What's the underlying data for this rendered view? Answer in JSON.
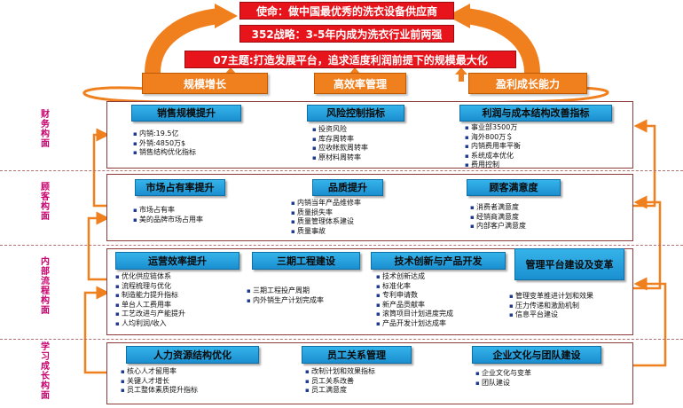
{
  "top": {
    "mission": "使命：做中国最优秀的洗衣设备供应商",
    "strategy352": "352战略：3-5年内成为洗衣行业前两强",
    "theme07": "07主题:打造发展平台，追求适度利润前提下的规模最大化"
  },
  "goals": [
    "规模增长",
    "高效率管理",
    "盈利成长能力"
  ],
  "side_labels": [
    "财务构面",
    "顾客构面",
    "内部流程构面",
    "学习成长构面"
  ],
  "finance": [
    {
      "title": "销售规模提升",
      "items": [
        "内销:19.5亿",
        "外销:4850万$",
        "销售结构优化指标"
      ]
    },
    {
      "title": "风险控制指标",
      "items": [
        "投资风险",
        "库存周转率",
        "应收帐款周转率",
        "原材料周转率"
      ]
    },
    {
      "title": "利润与成本结构改善指标",
      "items": [
        "事业部3500万",
        "海外800万＄",
        "内销费用率平衡",
        "系统成本优化",
        "费用控制"
      ]
    }
  ],
  "customer": [
    {
      "title": "市场占有率提升",
      "items": [
        "市场占有率",
        "美的品牌市场占用率"
      ]
    },
    {
      "title": "品质提升",
      "items": [
        "内销当年产品维修率",
        "质量损失率",
        "质量管理体系建设",
        "质量事故"
      ]
    },
    {
      "title": "顾客满意度",
      "items": [
        "消费者满意度",
        "经销商满意度",
        "内部客户满意度"
      ]
    }
  ],
  "internal": [
    {
      "title": "运营效率提升",
      "items": [
        "优化供应链体系",
        "流程梳理与优化",
        "制造能力提升指标",
        "单台人工费用率",
        "工艺改进与产能提升",
        "人均利润/收入"
      ]
    },
    {
      "title": "三期工程建设",
      "items": [
        "三期工程投产周期",
        "内外销生产计划完成率"
      ]
    },
    {
      "title": "技术创新与产品开发",
      "items": [
        "技术创新达成",
        "标准化率",
        "专利申请数",
        "新产品贡献率",
        "滚筒项目计划进度完成",
        "产品开发计划达成率"
      ]
    },
    {
      "title": "管理平台建设及变革",
      "items": [
        "管理变革推进计划和效果",
        "压力传递和激励机制",
        "信息平台建设"
      ]
    }
  ],
  "learning": [
    {
      "title": "人力资源结构优化",
      "items": [
        "核心人才留用率",
        "关键人才增长",
        "员工整体素质提升指标"
      ]
    },
    {
      "title": "员工关系管理",
      "items": [
        "改制计划和效果指标",
        "员工关系改善",
        "员工满意度"
      ]
    },
    {
      "title": "企业文化与团队建设",
      "items": [
        "企业文化与变革",
        "团队建设"
      ]
    }
  ],
  "colors": {
    "red": "#e8141c",
    "orange": "#f07f1e",
    "blue": "#1a8fd0",
    "magenta": "#c8006e"
  }
}
